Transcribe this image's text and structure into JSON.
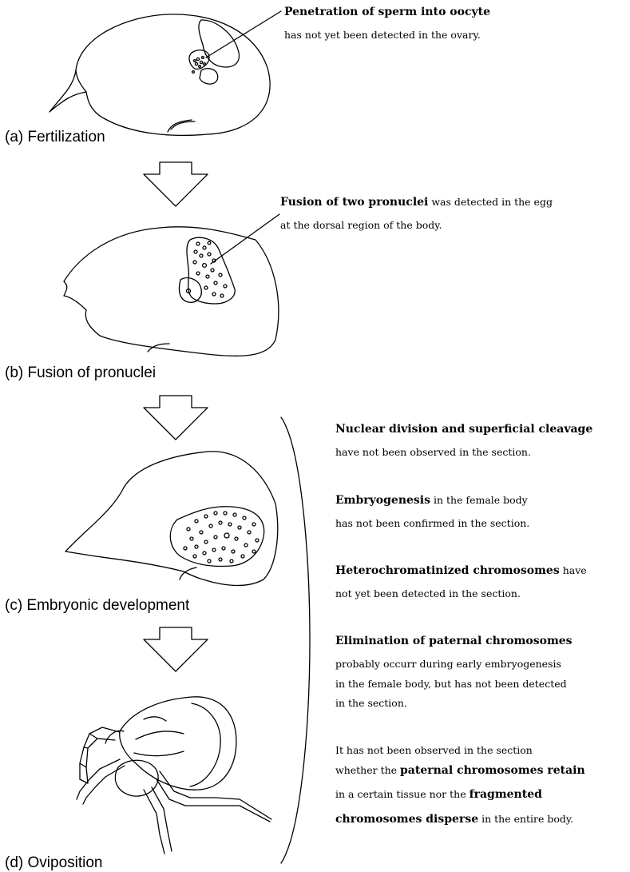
{
  "stages": [
    {
      "label": "(a) Fertilization"
    },
    {
      "label": "(b) Fusion of pronuclei"
    },
    {
      "label": "(c) Embryonic development"
    },
    {
      "label": "(d) Oviposition"
    }
  ],
  "notes": {
    "a": {
      "bold": "Penetration of sperm into oocyte",
      "line1": "",
      "line2": "has not yet been detected in the ovary."
    },
    "b": {
      "bold": "Fusion of two pronuclei",
      "line1": " was detected in the egg",
      "line2": "at the dorsal region of the body."
    },
    "c1": {
      "bold": "Nuclear division and superficial cleavage",
      "line2": "have not been observed in the section."
    },
    "c2": {
      "bold": "Embryogenesis",
      "line1": " in the female body",
      "line2": "has not been confirmed in the section."
    },
    "c3": {
      "bold": "Heterochromatinized chromosomes",
      "line1": " have",
      "line2": "not yet been detected in the section."
    },
    "c4": {
      "bold": "Elimination of paternal chromosomes",
      "line2": "probably occurr during early embryogenesis",
      "line3": "in the female body, but has not been detected",
      "line4": "in the section."
    },
    "c5": {
      "line1": "It has not been observed in the section",
      "line2_pre": "whether the ",
      "line2_bold": "paternal chromosomes retain",
      "line3_pre": "in a certain tissue nor the ",
      "line3_bold": "fragmented",
      "line4_bold": "chromosomes disperse",
      "line4_post": " in the entire body."
    }
  }
}
